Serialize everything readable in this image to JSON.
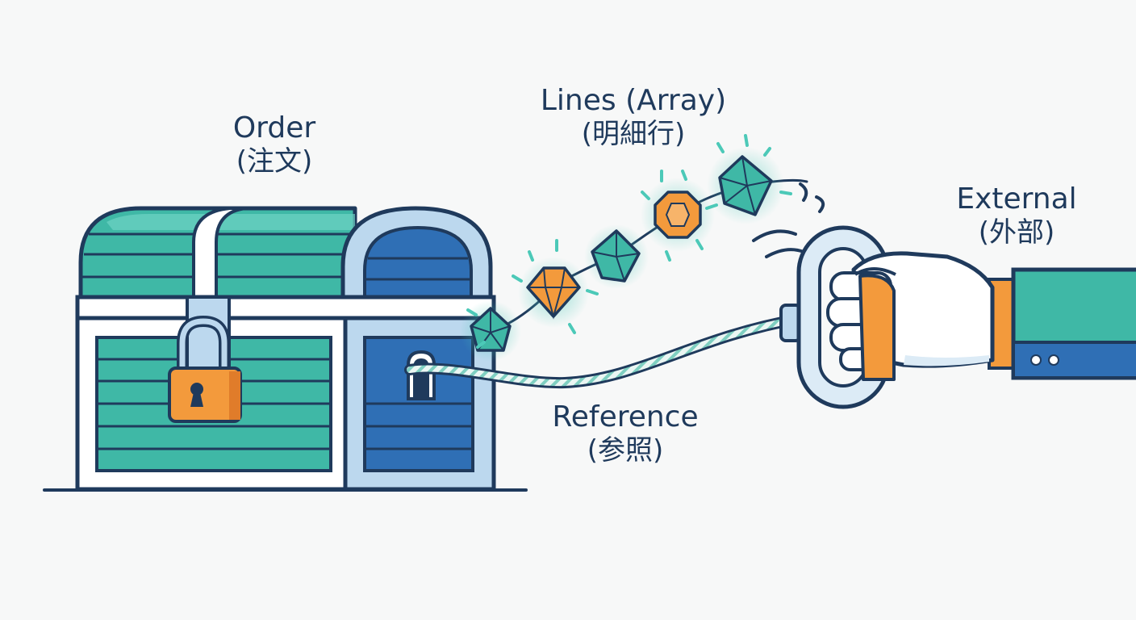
{
  "labels": {
    "order": {
      "en": "Order",
      "ja": "(注文)"
    },
    "lines": {
      "en": "Lines (Array)",
      "ja": "(明細行)"
    },
    "external": {
      "en": "External",
      "ja": "(外部)"
    },
    "reference": {
      "en": "Reference",
      "ja": "(参照)"
    }
  },
  "icons": [
    "treasure-chest-icon",
    "padlock-icon",
    "keyhole-icon",
    "gem-icon",
    "rope-icon",
    "handle-icon",
    "hand-icon",
    "sleeve-icon"
  ],
  "colors": {
    "outline": "#1f3a5c",
    "teal": "#3fb8a6",
    "blue": "#2f6fb5",
    "light_blue": "#bcd8ee",
    "orange": "#f39a3c",
    "glow": "#4cc9b8",
    "skin": "#ffffff",
    "sleeve": "#3fb8a6",
    "cuff": "#f39a3c"
  }
}
